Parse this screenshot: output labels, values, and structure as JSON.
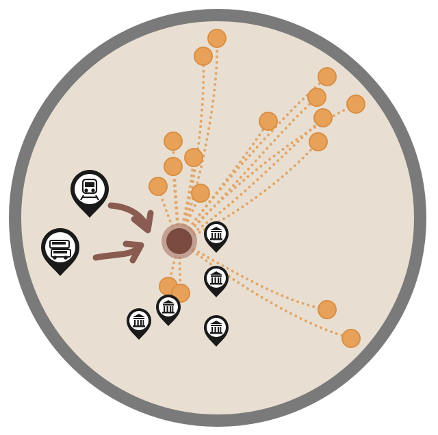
{
  "colors": {
    "background": "#ffffff",
    "ring": "#7a7a7a",
    "disc_fill": "#e8dfd2",
    "node": "#e8a159",
    "node_edge": "#d98f45",
    "path": "#e2a76a",
    "hub": "#7b4a3f",
    "hub_halo": "#b58a7c",
    "arrow": "#8a5b50",
    "marker": "#1a1a1a",
    "marker_inner": "#ffffff"
  },
  "icons": {
    "transit_markers": [
      "train-icon",
      "bus-icon"
    ],
    "poi_markers": [
      "museum-icon",
      "museum-icon",
      "museum-icon",
      "museum-icon",
      "museum-icon"
    ],
    "arrows": [
      "arrow-icon",
      "arrow-icon"
    ]
  },
  "diagram": {
    "hub": "central-hub",
    "destination_node_count": 17,
    "dotted_path_count": 17
  }
}
